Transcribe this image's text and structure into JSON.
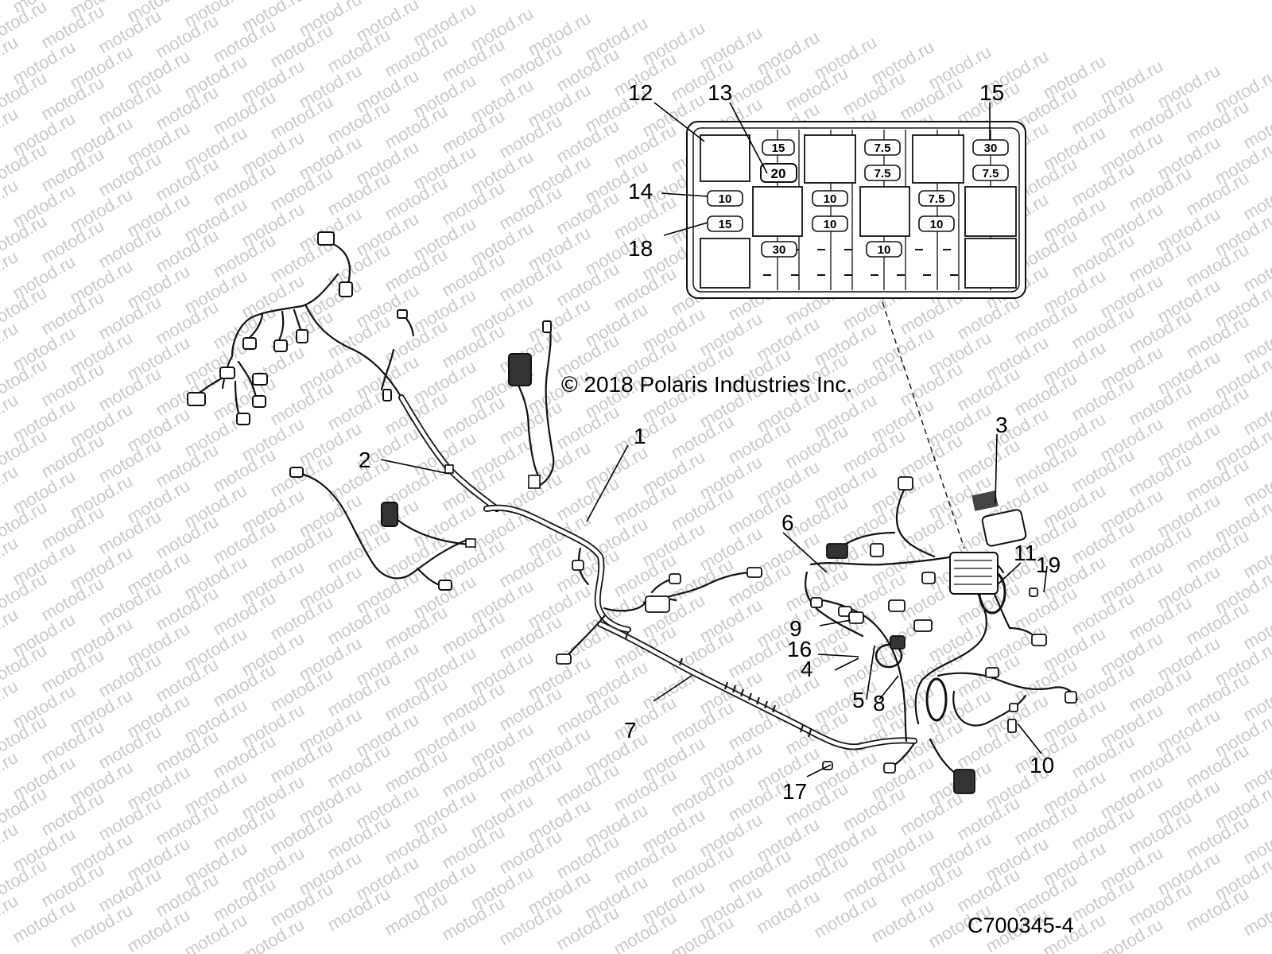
{
  "watermark": "motod.ru",
  "copyright": "© 2018 Polaris Industries Inc.",
  "figure_id": "C700345-4",
  "callouts": [
    "1",
    "2",
    "3",
    "4",
    "5",
    "6",
    "7",
    "8",
    "9",
    "10",
    "11",
    "12",
    "13",
    "14",
    "15",
    "16",
    "17",
    "18",
    "19"
  ],
  "fuses": [
    "15",
    "20",
    "7.5",
    "7.5",
    "30",
    "7.5",
    "10",
    "10",
    "7.5",
    "15",
    "10",
    "10",
    "30",
    "10"
  ],
  "colors": {
    "line": "#111111",
    "watermark": "#c9c9c9",
    "background": "#ffffff"
  }
}
